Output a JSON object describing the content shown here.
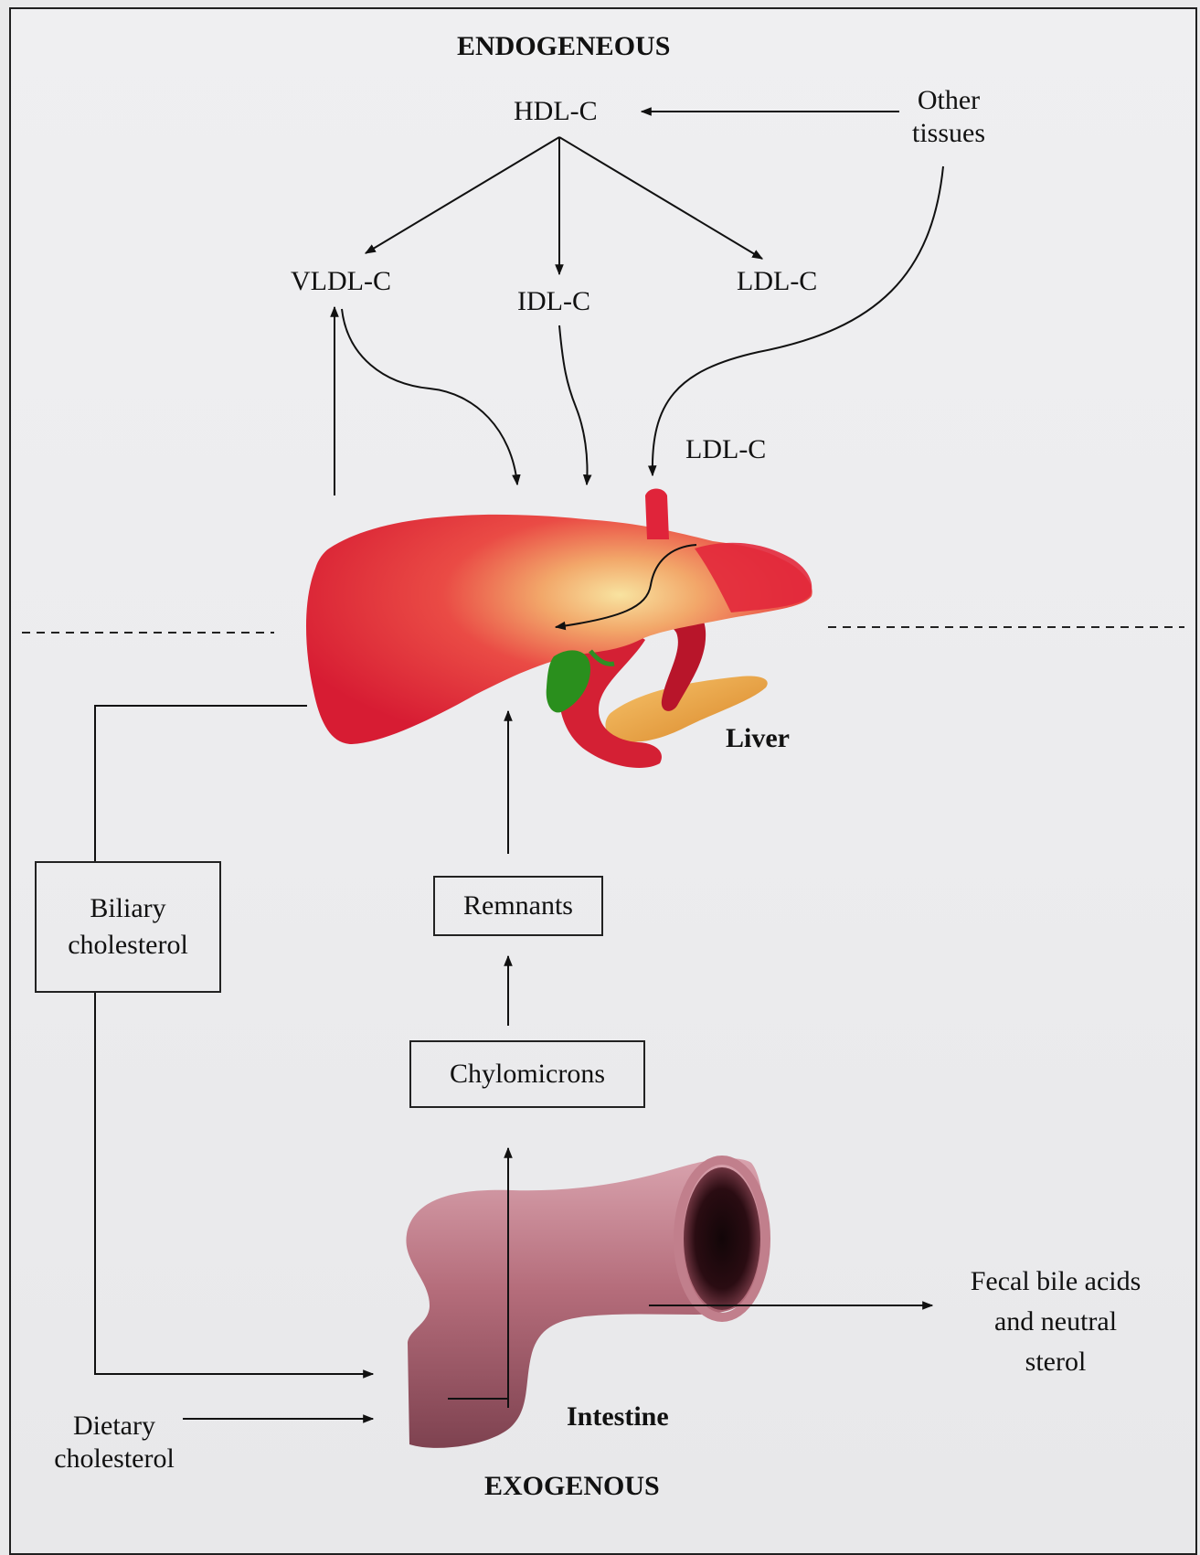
{
  "labels": {
    "endogenous": "ENDOGENEOUS",
    "exogenous": "EXOGENOUS",
    "hdl": "HDL-C",
    "other_tissues": "Other\ntissues",
    "vldl": "VLDL-C",
    "idl": "IDL-C",
    "ldl_top": "LDL-C",
    "ldl_liver": "LDL-C",
    "liver": "Liver",
    "intestine": "Intestine",
    "dietary": "Dietary\ncholesterol",
    "fecal": "Fecal bile acids\nand neutral\nsterol"
  },
  "boxes": {
    "biliary": "Biliary\ncholesterol",
    "remnants": "Remnants",
    "chylomicrons": "Chylomicrons"
  },
  "colors": {
    "liver_red": "#e8233a",
    "liver_highlight": "#f6d77e",
    "gallbladder": "#2a8f1d",
    "pancreas": "#f2a640",
    "intestine": "#b76f7c",
    "line": "#111111"
  }
}
